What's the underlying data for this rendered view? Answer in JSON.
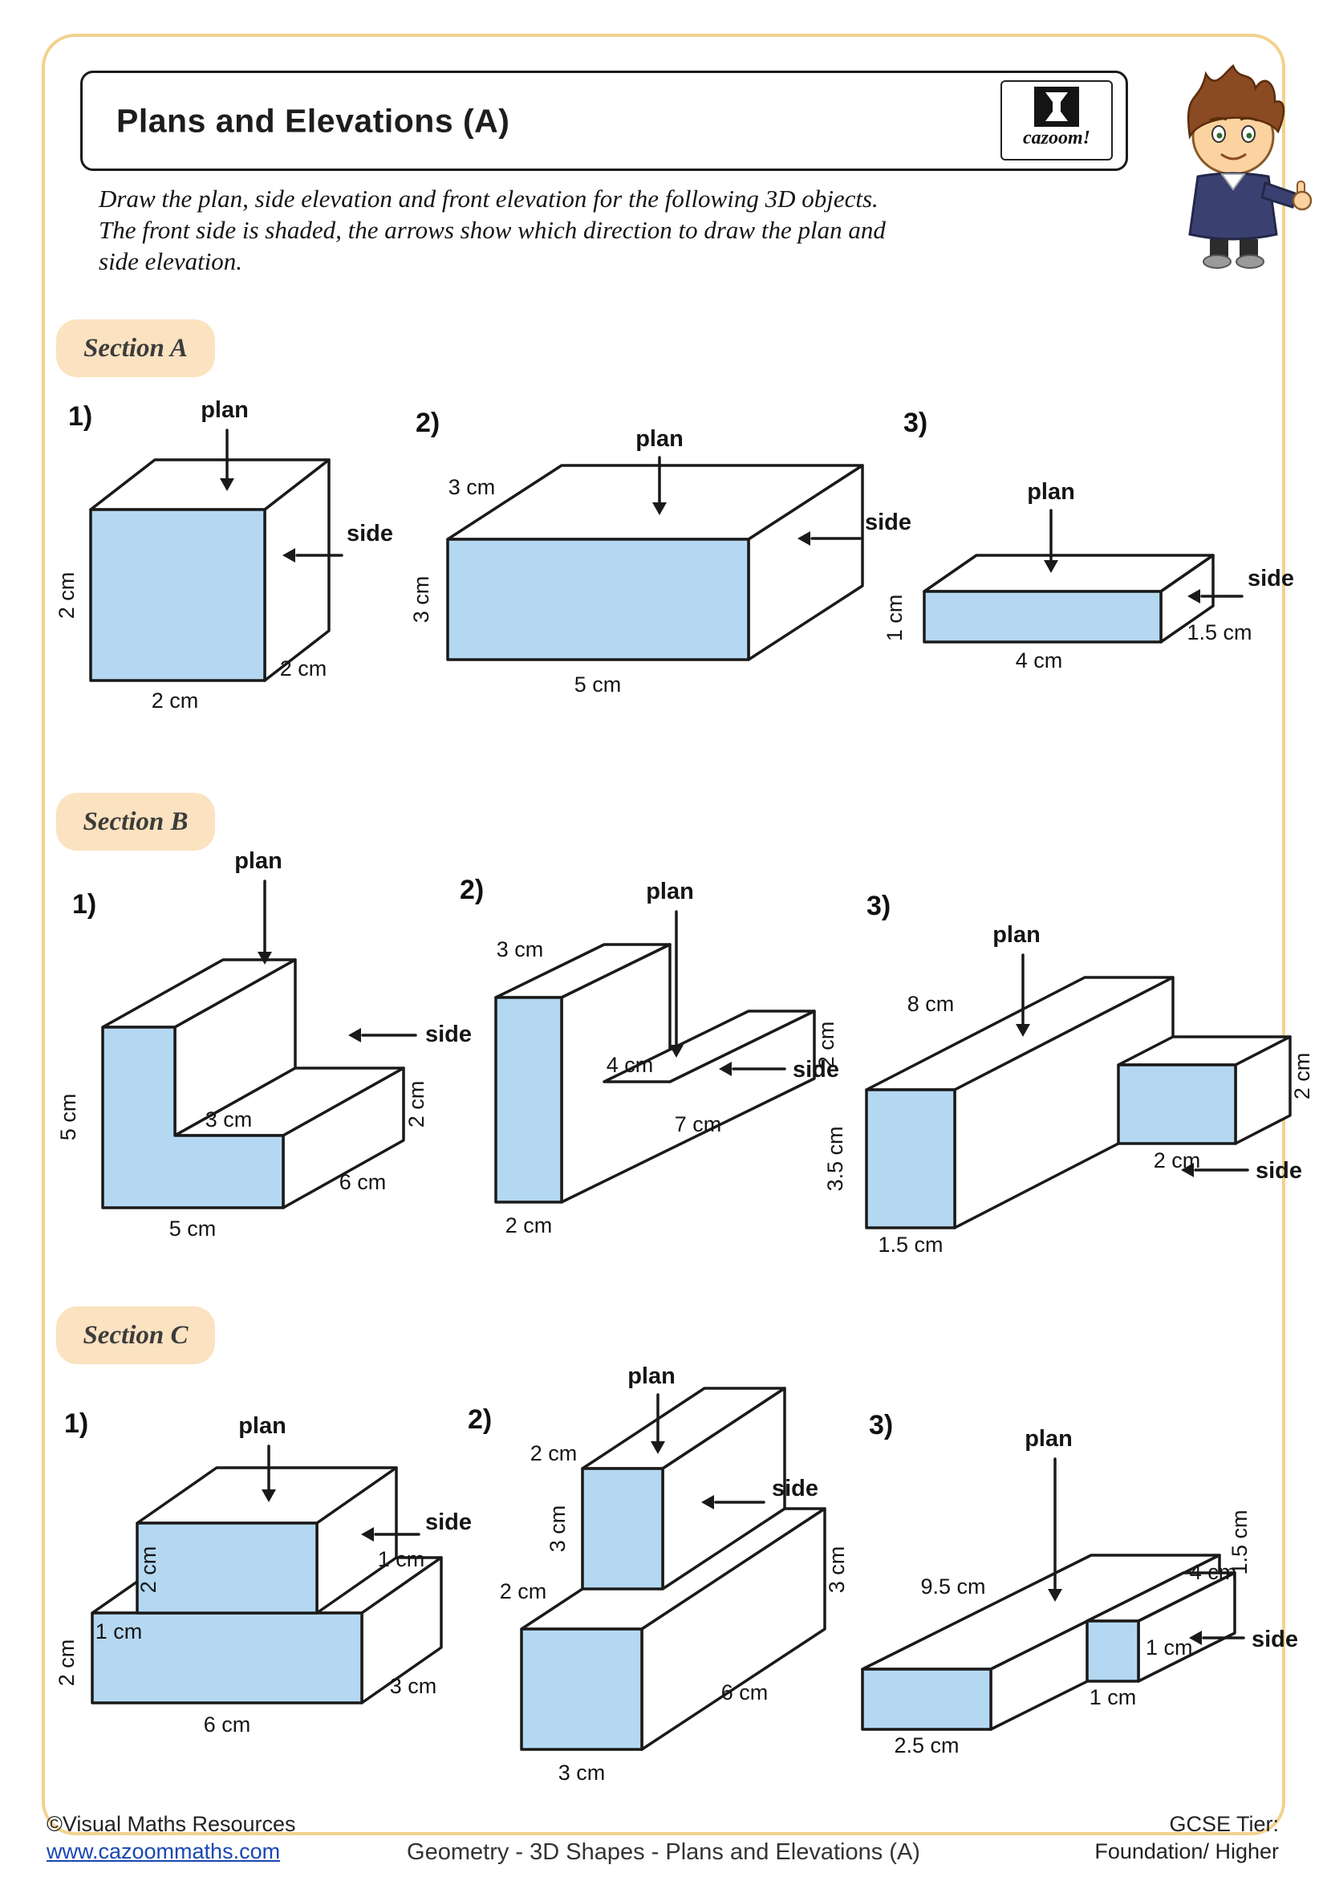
{
  "header": {
    "title": "Plans and Elevations (A)"
  },
  "logo": {
    "text": "cazoom!"
  },
  "instructions": {
    "lines": [
      "Draw the plan, side elevation and front elevation for the following 3D objects.",
      "The front side is shaded, the arrows show which direction to draw the plan and",
      "side elevation."
    ]
  },
  "sections": {
    "a": {
      "title": "Section A"
    },
    "b": {
      "title": "Section B"
    },
    "c": {
      "title": "Section C"
    }
  },
  "figures": {
    "a1": {
      "number": "1)",
      "plan": "plan",
      "side": "side",
      "left": "2 cm",
      "bottom": "2 cm",
      "depth": "2 cm"
    },
    "a2": {
      "number": "2)",
      "plan": "plan",
      "side": "side",
      "top": "3 cm",
      "left": "3 cm",
      "bottom": "5 cm"
    },
    "a3": {
      "number": "3)",
      "plan": "plan",
      "side": "side",
      "left": "1 cm",
      "bottom": "4 cm",
      "depth": "1.5 cm"
    },
    "b1": {
      "number": "1)",
      "plan": "plan",
      "side": "side",
      "left": "5 cm",
      "step": "3 cm",
      "right": "2 cm",
      "depth": "6 cm",
      "bottom": "5 cm"
    },
    "b2": {
      "number": "2)",
      "plan": "plan",
      "side": "side",
      "top": "3 cm",
      "notch": "4 cm",
      "right": "2 cm",
      "depth": "7 cm",
      "bottom": "2 cm"
    },
    "b3": {
      "number": "3)",
      "plan": "plan",
      "side": "side",
      "length": "8 cm",
      "left": "3.5 cm",
      "bottom": "1.5 cm",
      "arm_width": "2 cm",
      "arm_height": "2 cm"
    },
    "c1": {
      "number": "1)",
      "plan": "plan",
      "side": "side",
      "upper_height": "2 cm",
      "right_step": "1 cm",
      "left_step": "1 cm",
      "lower_height": "2 cm",
      "bottom": "6 cm",
      "depth": "3 cm"
    },
    "c2": {
      "number": "2)",
      "plan": "plan",
      "side": "side",
      "top": "2 cm",
      "upper_height": "3 cm",
      "step": "2 cm",
      "right": "3 cm",
      "depth": "6 cm",
      "bottom": "3 cm"
    },
    "c3": {
      "number": "3)",
      "plan": "plan",
      "side": "side",
      "length": "9.5 cm",
      "back": "1.5 cm",
      "arm_length": "4 cm",
      "arm_width": "1 cm",
      "arm_height": "1 cm",
      "bottom": "2.5 cm"
    }
  },
  "footer": {
    "copyright": "©Visual Maths Resources",
    "website": "www.cazoommaths.com",
    "center": "Geometry - 3D Shapes - Plans and Elevations (A)",
    "tier_label": "GCSE Tier:",
    "tier_value": "Foundation/ Higher"
  },
  "colors": {
    "shade": "#b5d8f2",
    "badge_bg": "#fbe2c0",
    "page_border": "#f2d28e"
  }
}
